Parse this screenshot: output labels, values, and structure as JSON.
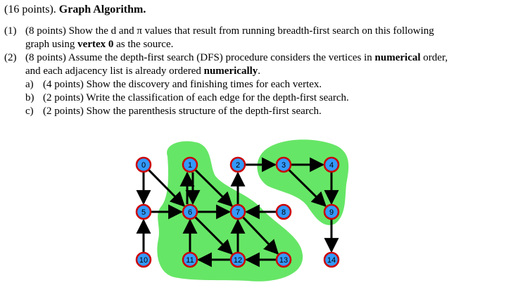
{
  "header": {
    "points": "(16 points).",
    "title": "Graph Algorithm."
  },
  "q1": {
    "num": "(1)",
    "line1": "(8 points) Show the d and π values that result from running breadth-first search on this following",
    "line2_pre": "graph using ",
    "line2_bold": "vertex 0",
    "line2_post": " as the source."
  },
  "q2": {
    "num": "(2)",
    "line1_pre": "(8 points) Assume the depth-first search (DFS) procedure considers the vertices in ",
    "line1_bold": "numerical",
    "line1_post": " order,",
    "line2_pre": "and each adjacency list is already ordered ",
    "line2_bold": "numerically",
    "line2_post": ".",
    "subs": [
      {
        "letter": "a)",
        "text": "(4 points) Show the discovery and finishing times for each vertex."
      },
      {
        "letter": "b)",
        "text": "(2 points) Write the classification of each edge for the depth-first search."
      },
      {
        "letter": "c)",
        "text": "(2 points) Show the parenthesis structure of the depth-first search."
      }
    ]
  },
  "graph": {
    "colors": {
      "region_fill": "#66e666",
      "node_fill": "#3399ff",
      "node_stroke": "#cc0000",
      "edge": "#000000"
    },
    "nodes": [
      "0",
      "1",
      "2",
      "3",
      "4",
      "5",
      "6",
      "7",
      "8",
      "9",
      "10",
      "11",
      "12",
      "13",
      "14"
    ],
    "edges": [
      [
        "0",
        "5"
      ],
      [
        "0",
        "6"
      ],
      [
        "10",
        "5"
      ],
      [
        "5",
        "6"
      ],
      [
        "6",
        "1"
      ],
      [
        "1",
        "6"
      ],
      [
        "1",
        "7"
      ],
      [
        "6",
        "7"
      ],
      [
        "8",
        "7"
      ],
      [
        "7",
        "13"
      ],
      [
        "2",
        "3"
      ],
      [
        "7",
        "2"
      ],
      [
        "3",
        "4"
      ],
      [
        "3",
        "9"
      ],
      [
        "4",
        "9"
      ],
      [
        "9",
        "14"
      ],
      [
        "11",
        "6"
      ],
      [
        "12",
        "11"
      ],
      [
        "12",
        "7"
      ],
      [
        "13",
        "12"
      ],
      [
        "6",
        "12"
      ]
    ]
  }
}
